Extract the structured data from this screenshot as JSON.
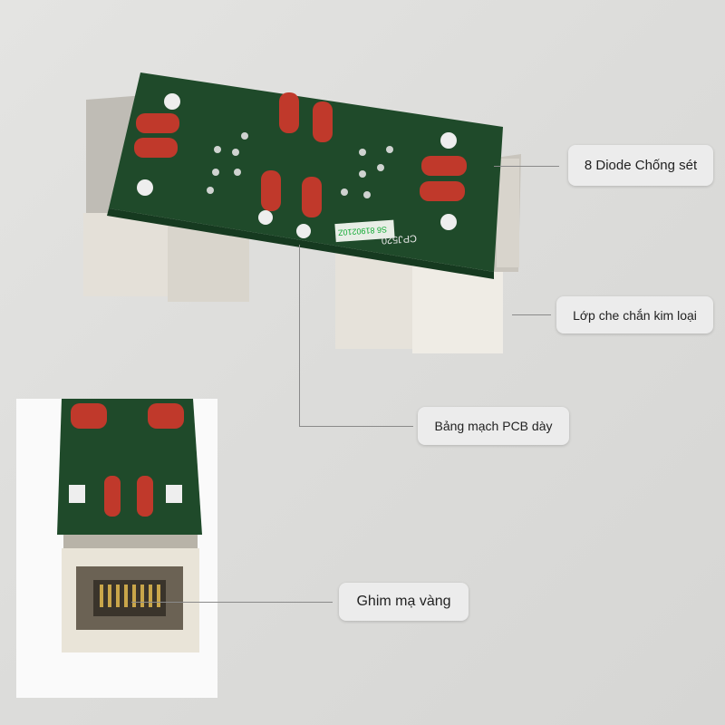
{
  "callouts": {
    "diodes": "8 Diode Chống sét",
    "shield": "Lớp che chắn kim loại",
    "pcb": "Bảng mạch PCB dày",
    "pins": "Ghim mạ vàng"
  },
  "board_markings": {
    "model": "CPJ520",
    "serial": "S6 8190210Z"
  },
  "colors": {
    "pcb": "#1f4a2a",
    "diode": "#c0392b",
    "metal": "#e6e2da"
  }
}
